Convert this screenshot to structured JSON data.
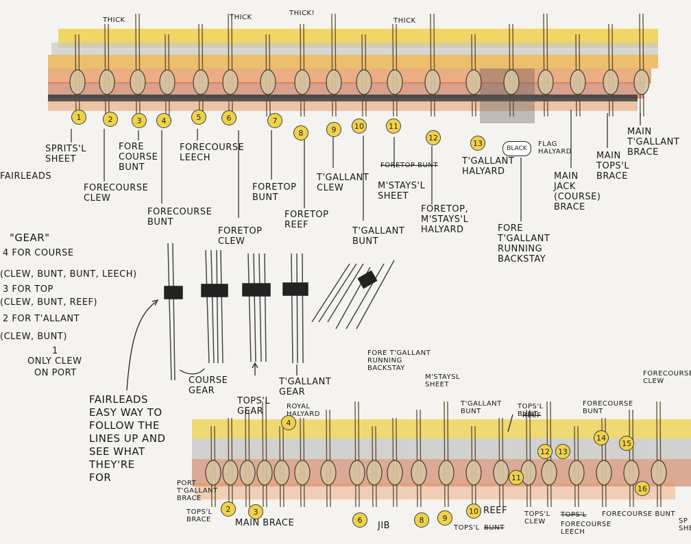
{
  "top_markers": [
    "THICK",
    "THICK",
    "THICK!",
    "THICK"
  ],
  "top_pins": [
    {
      "n": "1",
      "label": "SPRITS'L\nSHEET"
    },
    {
      "n": "2",
      "label": "FORECOURSE\nCLEW"
    },
    {
      "n": "3",
      "label": "FORE\nCOURSE\nBUNT"
    },
    {
      "n": "4",
      "label": "FORECOURSE\nBUNT"
    },
    {
      "n": "5",
      "label": "FORECOURSE\nLEECH"
    },
    {
      "n": "6",
      "label": "FORETOP\nCLEW"
    },
    {
      "n": "7",
      "label": "FORETOP\nBUNT"
    },
    {
      "n": "8",
      "label": "FORETOP\nREEF"
    },
    {
      "n": "9",
      "label": "T'GALLANT\nCLEW"
    },
    {
      "n": "10",
      "label": "T'GALLANT\nBUNT"
    },
    {
      "n": "11",
      "label": "M'STAYS'L\nSHEET",
      "strike": "FORETOP BUNT"
    },
    {
      "n": "12",
      "label": "FORETOP,\nM'STAYS'L\nHALYARD"
    },
    {
      "n": "13",
      "label": "T'GALLANT\nHALYARD"
    },
    {
      "n": "BLACK",
      "label": "FORE\nT'GALLANT\nRUNNING\nBACKSTAY"
    }
  ],
  "top_extra_labels": {
    "fairleads": "FAIRLEADS",
    "flag_halyard": "FLAG\nHALYARD",
    "main_jack": "MAIN\nJACK\n(COURSE)\nBRACE",
    "main_topsl": "MAIN\nTOPS'L\nBRACE",
    "main_tgallant": "MAIN\nT'GALLANT\nBRACE"
  },
  "gear_notes": {
    "title": "\"GEAR\"",
    "lines": [
      "4 FOR COURSE",
      "(CLEW, BUNT, BUNT, LEECH)",
      "3 FOR TOP",
      "(CLEW, BUNT, REEF)",
      "2 FOR T'ALLANT",
      "(CLEW, BUNT)",
      "1",
      "ONLY CLEW",
      "ON PORT"
    ]
  },
  "gear_labels": {
    "course": "COURSE\nGEAR",
    "topsl": "TOPS'L\nGEAR",
    "tgallant": "T'GALLANT\nGEAR",
    "royal": "ROYAL\nHALYARD"
  },
  "fairleads_note": "FAIRLEADS\nEASY WAY TO\nFOLLOW THE\nLINES UP AND\nSEE WHAT\nTHEY'RE\nFOR",
  "bottom_labels": {
    "port_tgallant": "PORT\nT'GALLANT\nBRACE",
    "topsl_brace": "TOPS'L\nBRACE",
    "main_brace": "MAIN BRACE",
    "jib": "JIB",
    "fore_tgallant_backstay": "FORE T'GALLANT\nRUNNING\nBACKSTAY",
    "mstaysl_sheet": "M'STAYSL\nSHEET",
    "tgallant_bunt": "T'GALLANT\nBUNT",
    "topsl_bunt": "TOPS'L\nBUNT",
    "topsl_bunt_strike": "REEF",
    "forecourse_bunt_top": "FORECOURSE\nBUNT",
    "forecourse_clew": "FORECOURSE\nCLEW",
    "reef": "REEF",
    "topsl_clew": "TOPS'L\nCLEW",
    "forecourse_leech": "FORECOURSE\nLEECH",
    "forecourse_bunt_bottom": "FORECOURSE BUNT",
    "topsl_reef": "TOPS'L",
    "topsl_reef_strike": "BUNT",
    "forecourse_strike": "TOPS'L",
    "spr_sheet": "SP\nSHEE"
  },
  "bottom_pins": [
    "2",
    "3",
    "4",
    "6",
    "8",
    "9",
    "10",
    "11",
    "12",
    "13",
    "14",
    "15",
    "16"
  ],
  "colors": {
    "yellow": "#eed04a",
    "orange": "#e8955e",
    "rust": "#c76b4b",
    "grey": "#b5b5b5",
    "dark": "#333333",
    "rope": "#d7c4a3",
    "paper": "#f4f3ef"
  }
}
